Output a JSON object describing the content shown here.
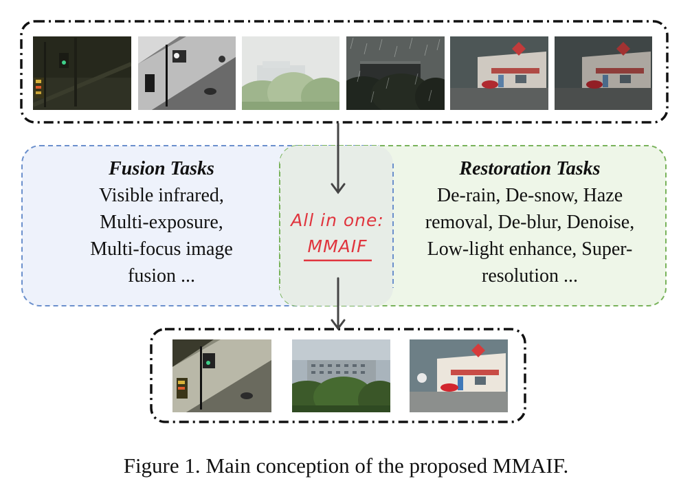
{
  "fusion": {
    "title": "Fusion Tasks",
    "lines": [
      "Visible infrared,",
      "Multi-exposure,",
      "Multi-focus image",
      "fusion ..."
    ]
  },
  "restoration": {
    "title": "Restoration Tasks",
    "lines": [
      "De-rain, De-snow, Haze",
      "removal, De-blur, Denoise,",
      "Low-light enhance, Super-",
      "resolution ..."
    ]
  },
  "center": {
    "line1": "All in one:",
    "line2": "MMAIF"
  },
  "caption": "Figure 1. Main conception of the proposed MMAIF.",
  "colors": {
    "fusion_border": "#6a8fcc",
    "fusion_fill": "#eef2fb",
    "restoration_border": "#78b25a",
    "restoration_fill": "#eef6e8",
    "overlap_fill": "#e7ede7",
    "accent_red": "#e0343d"
  },
  "input_images": [
    {
      "name": "night-traffic-visible-image"
    },
    {
      "name": "infrared-street-image"
    },
    {
      "name": "hazy-trees-image"
    },
    {
      "name": "rainy-building-image"
    },
    {
      "name": "blurry-shop-image"
    },
    {
      "name": "dark-shop-image"
    }
  ],
  "output_images": [
    {
      "name": "fused-traffic-image"
    },
    {
      "name": "restored-building-image"
    },
    {
      "name": "restored-shop-image"
    }
  ]
}
